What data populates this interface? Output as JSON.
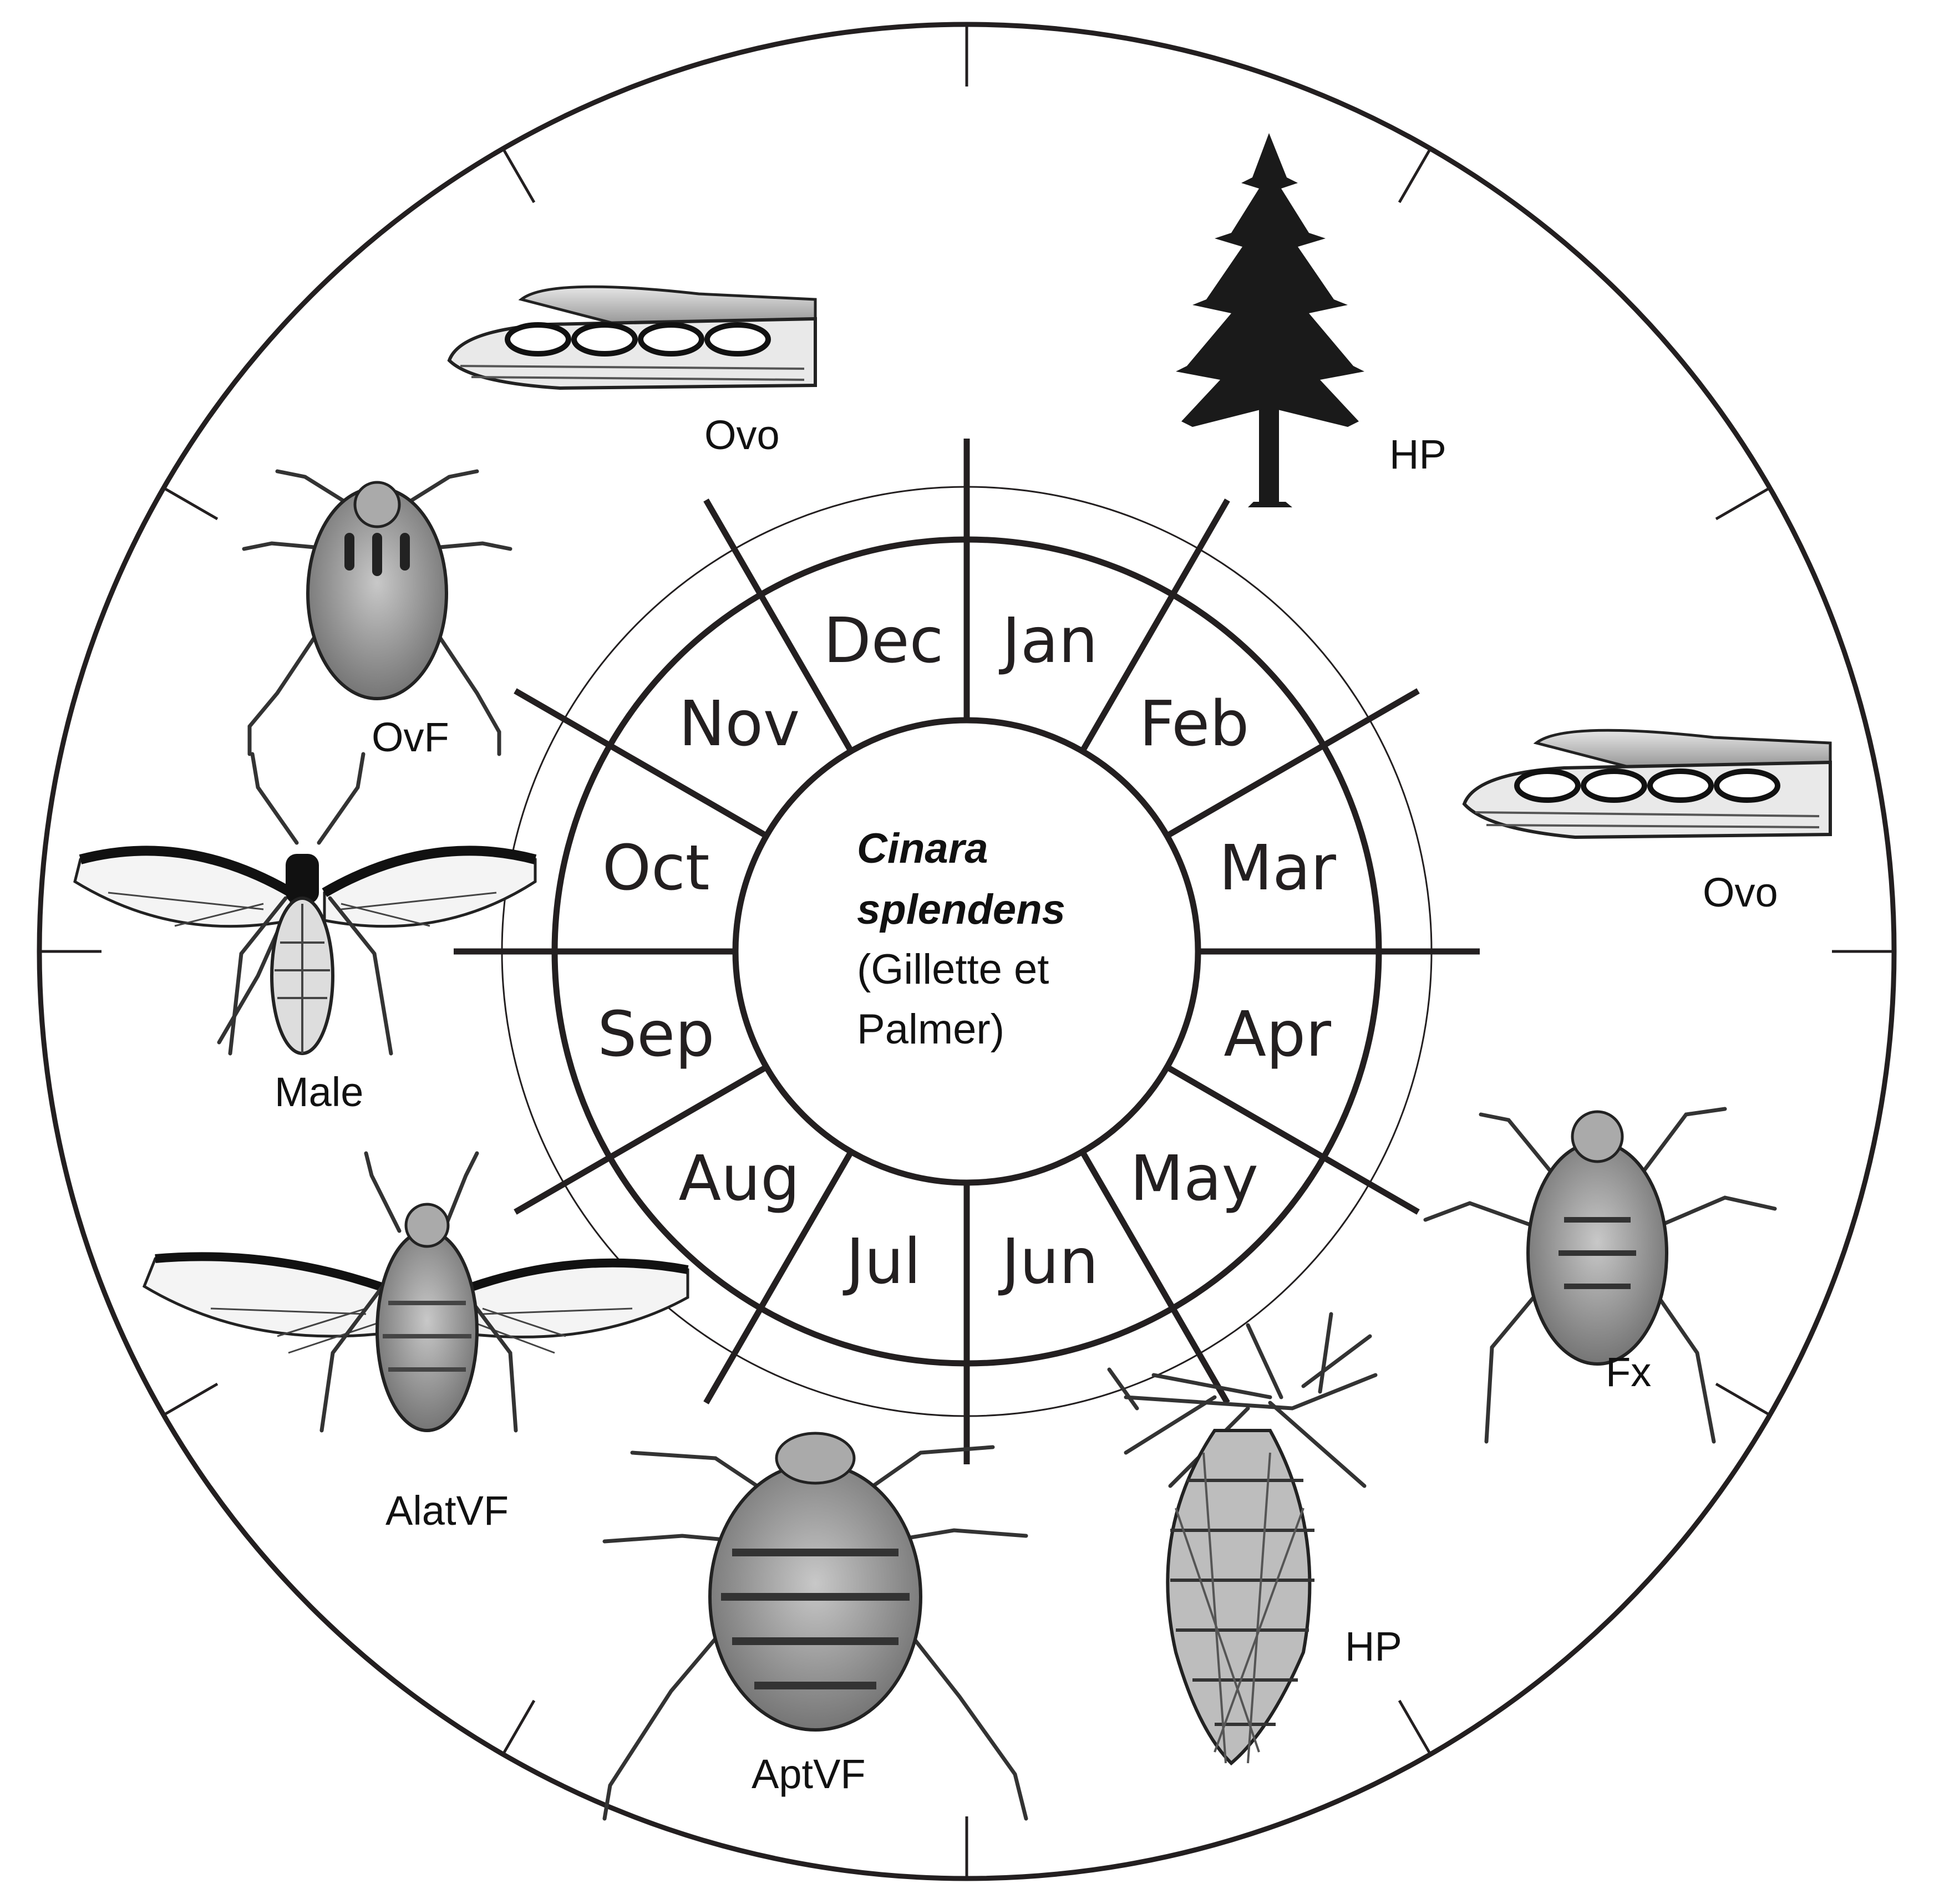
{
  "center": {
    "species_line1": "Cinara",
    "species_line2": "splendens",
    "authority_line1": "(Gillette et",
    "authority_line2": "Palmer)"
  },
  "months": [
    "Jan",
    "Feb",
    "Mar",
    "Apr",
    "May",
    "Jun",
    "Jul",
    "Aug",
    "Sep",
    "Oct",
    "Nov",
    "Dec"
  ],
  "stages": {
    "host_plant_top": {
      "label": "HP",
      "icon": "conifer-tree"
    },
    "ovo_right": {
      "label": "Ovo",
      "icon": "eggs-on-needle"
    },
    "fx": {
      "label": "Fx",
      "icon": "wingless-aphid"
    },
    "host_plant_bottom": {
      "label": "HP",
      "icon": "conifer-cone"
    },
    "aptvf": {
      "label": "AptVF",
      "icon": "wingless-aphid"
    },
    "alatvf": {
      "label": "AlatVF",
      "icon": "winged-aphid"
    },
    "male": {
      "label": "Male",
      "icon": "winged-aphid"
    },
    "ovf": {
      "label": "OvF",
      "icon": "wingless-aphid"
    },
    "ovo_top": {
      "label": "Ovo",
      "icon": "eggs-on-needle"
    }
  },
  "colors": {
    "line": "#231f20",
    "background": "#ffffff"
  }
}
